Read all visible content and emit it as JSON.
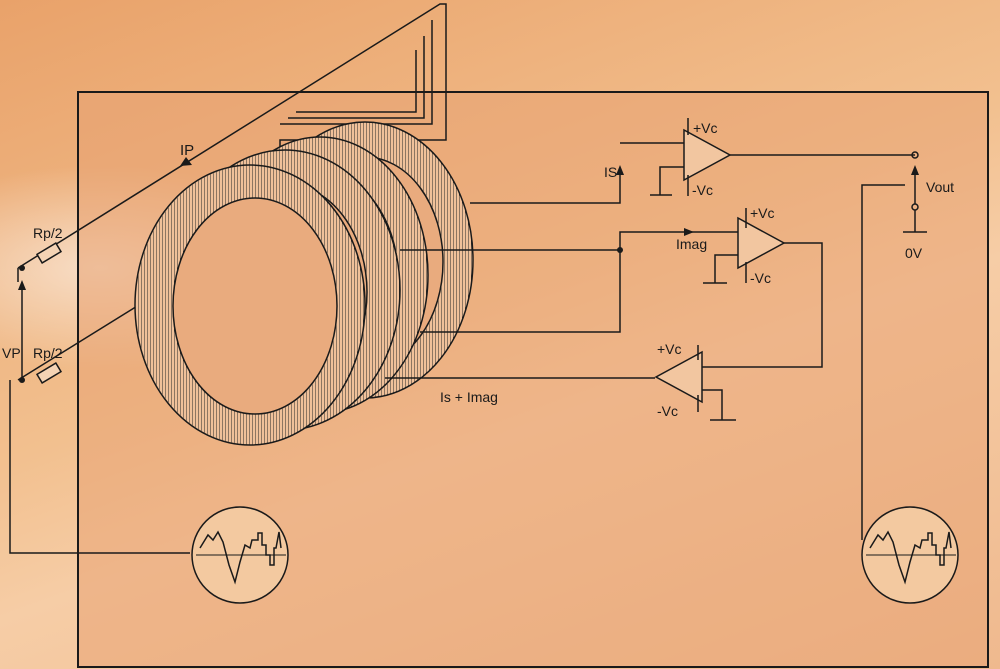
{
  "labels": {
    "ip": "IP",
    "rp_top": "Rp/2",
    "rp_bottom": "Rp/2",
    "vp": "VP",
    "is": "IS",
    "imag": "Imag",
    "is_plus_imag": "Is + Imag",
    "vout": "Vout",
    "zero_v": "0V",
    "amp1_pos": "+Vc",
    "amp1_neg": "-Vc",
    "amp2_pos": "+Vc",
    "amp2_neg": "-Vc",
    "amp3_pos": "+Vc",
    "amp3_neg": "-Vc"
  },
  "colors": {
    "line": "#1a1a1a",
    "panel": "#e8a272",
    "scope_fill": "#f3c9a0"
  }
}
